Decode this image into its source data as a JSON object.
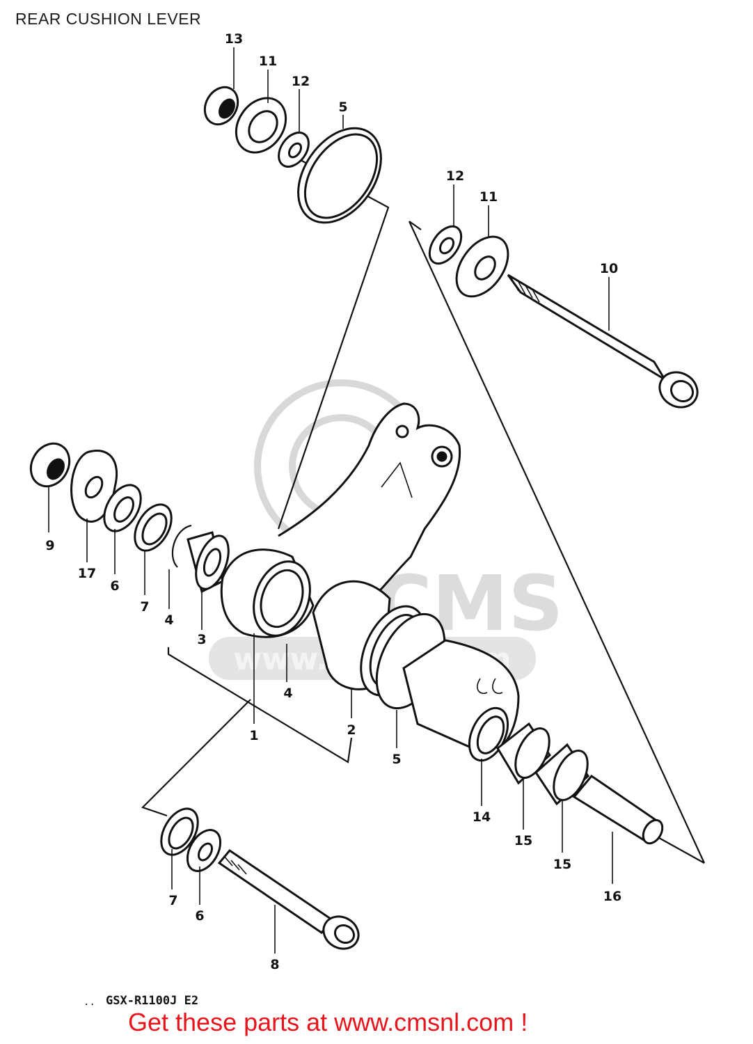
{
  "title": "REAR CUSHION LEVER",
  "model_code": "GSX-R1100J E2",
  "model_prefix": "..",
  "footer": "Get these parts at www.cmsnl.com !",
  "watermark": {
    "brand": "CMS",
    "url": "www.cmsnl.com",
    "color": "#dcdcdc"
  },
  "colors": {
    "footer_text": "#e8141c",
    "line_art": "#111111"
  },
  "callouts": [
    {
      "id": "c13a",
      "text": "13"
    },
    {
      "id": "c11a",
      "text": "11"
    },
    {
      "id": "c12a",
      "text": "12"
    },
    {
      "id": "c5a",
      "text": "5"
    },
    {
      "id": "c12b",
      "text": "12"
    },
    {
      "id": "c11b",
      "text": "11"
    },
    {
      "id": "c10",
      "text": "10"
    },
    {
      "id": "c9",
      "text": "9"
    },
    {
      "id": "c17",
      "text": "17"
    },
    {
      "id": "c6a",
      "text": "6"
    },
    {
      "id": "c7a",
      "text": "7"
    },
    {
      "id": "c4a",
      "text": "4"
    },
    {
      "id": "c3",
      "text": "3"
    },
    {
      "id": "c4b",
      "text": "4"
    },
    {
      "id": "c1",
      "text": "1"
    },
    {
      "id": "c2",
      "text": "2"
    },
    {
      "id": "c5b",
      "text": "5"
    },
    {
      "id": "c14",
      "text": "14"
    },
    {
      "id": "c15a",
      "text": "15"
    },
    {
      "id": "c15b",
      "text": "15"
    },
    {
      "id": "c16",
      "text": "16"
    },
    {
      "id": "c7b",
      "text": "7"
    },
    {
      "id": "c6b",
      "text": "6"
    },
    {
      "id": "c8",
      "text": "8"
    }
  ]
}
